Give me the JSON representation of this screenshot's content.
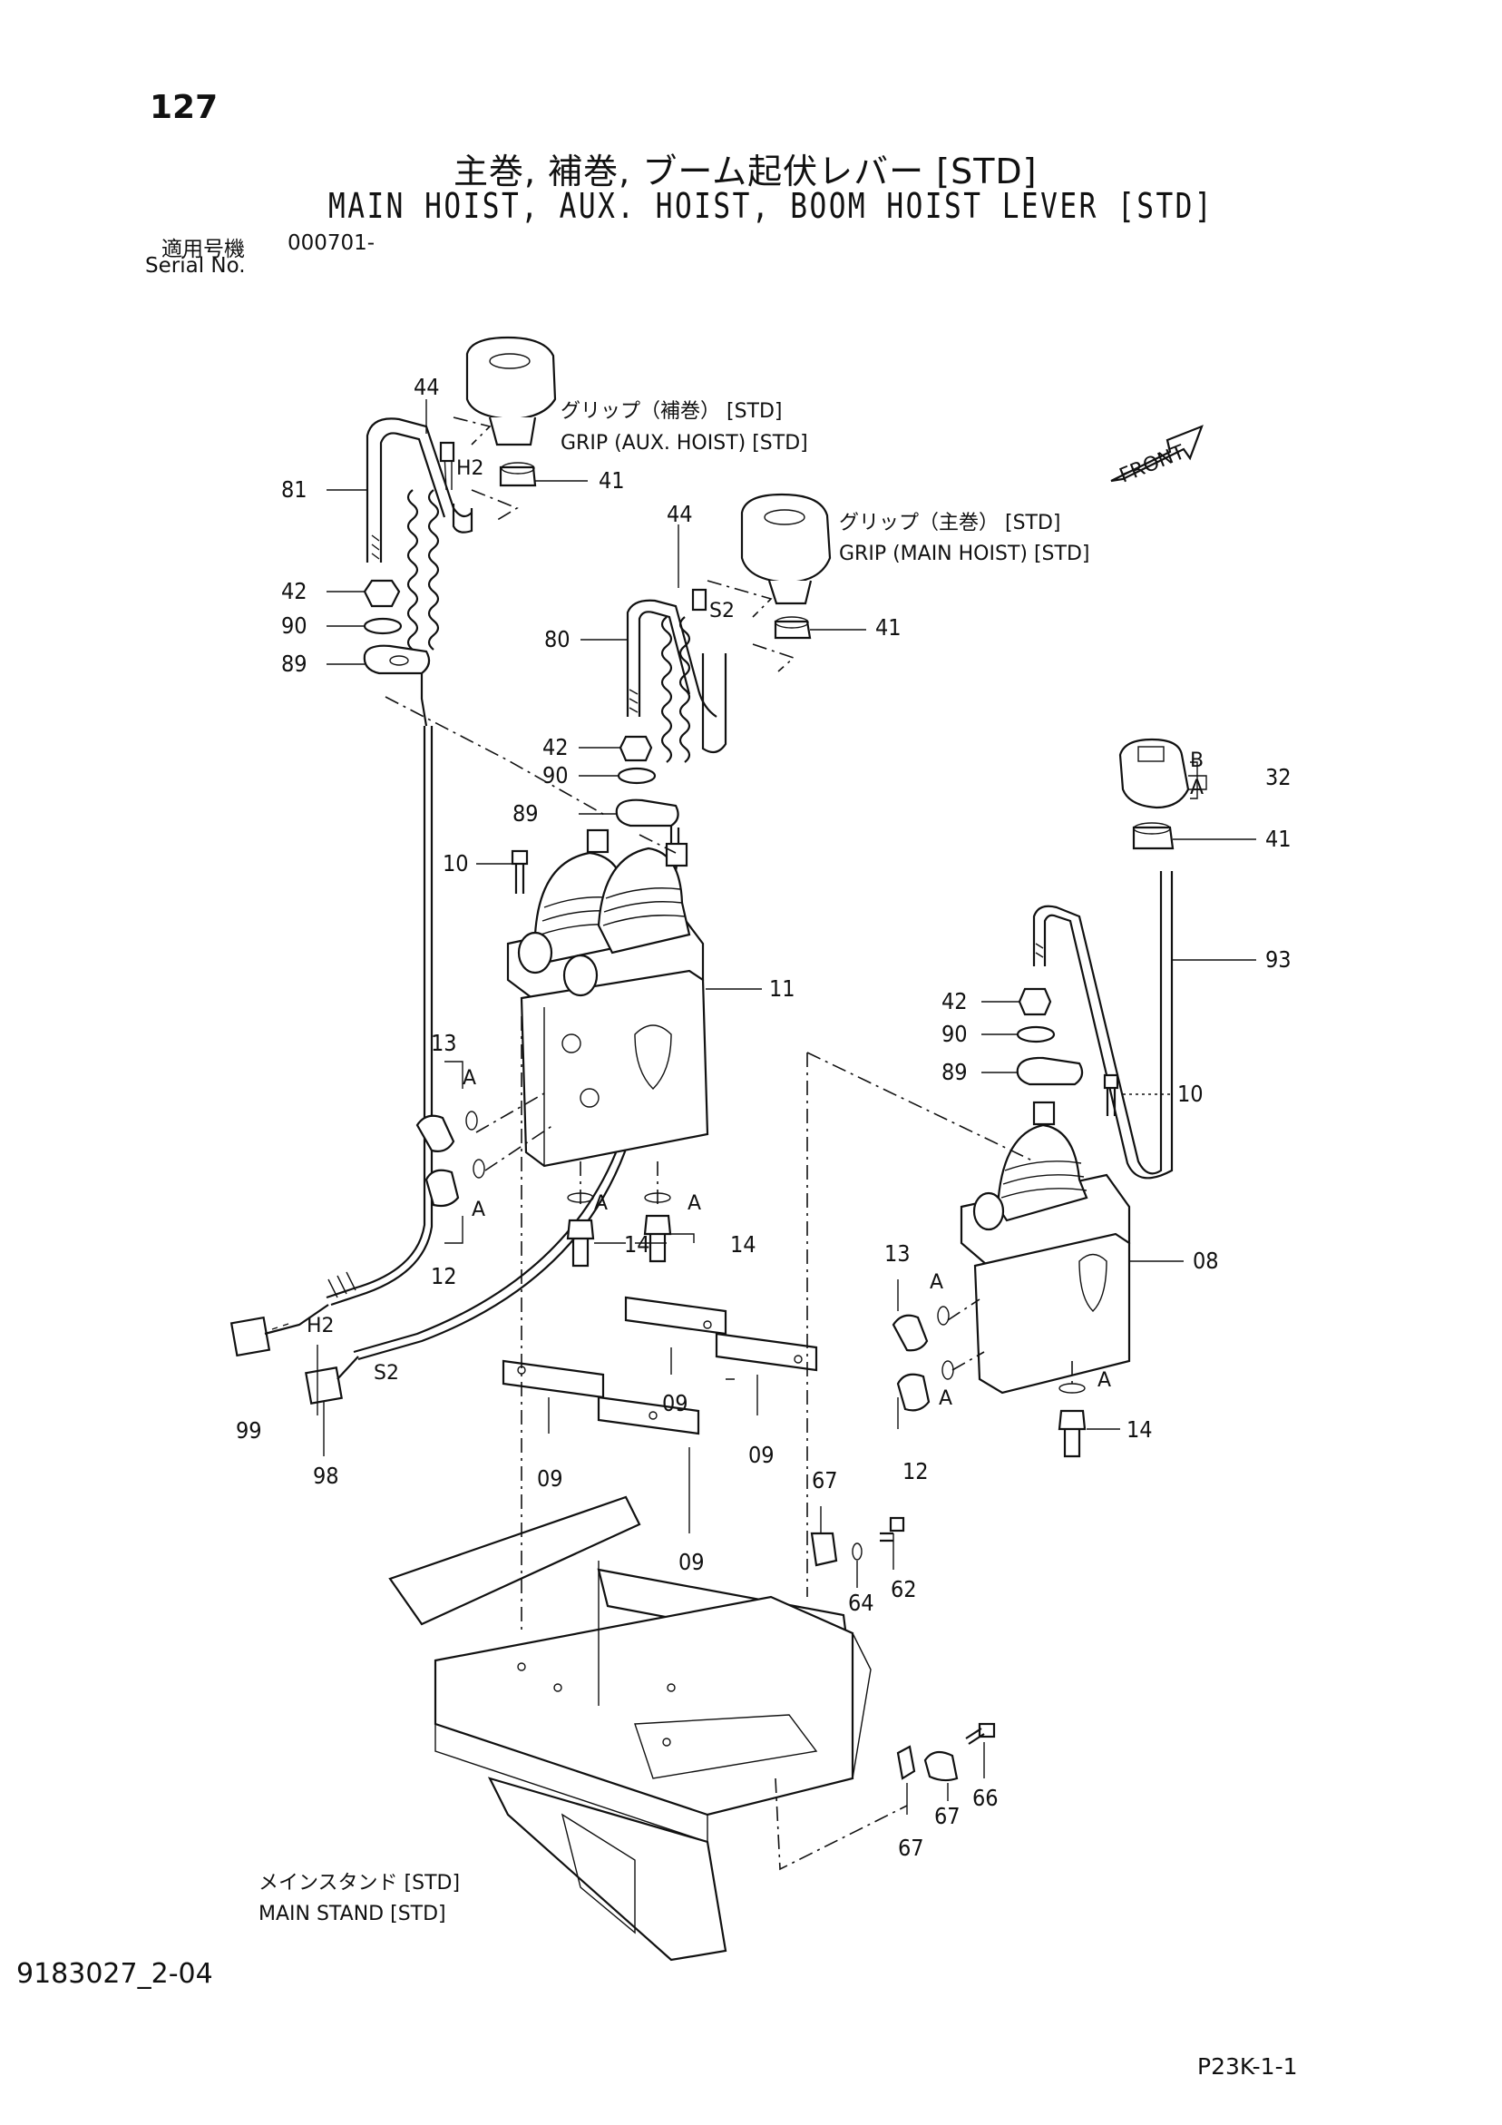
{
  "page_number": "127",
  "title_jp": "主巻, 補巻, ブーム起伏レバー [STD]",
  "title_en": "MAIN HOIST, AUX. HOIST, BOOM HOIST LEVER [STD]",
  "serial_label_jp": "適用号機",
  "serial_value": "000701-",
  "serial_label_en": "Serial No.",
  "labels": {
    "grip_aux_jp": "グリップ（補巻） [STD]",
    "grip_aux_en": "GRIP (AUX. HOIST) [STD]",
    "grip_main_jp": "グリップ（主巻） [STD]",
    "grip_main_en": "GRIP (MAIN HOIST) [STD]",
    "main_stand_jp": "メインスタンド [STD]",
    "main_stand_en": "MAIN STAND [STD]",
    "front": "FRONT",
    "h2": "H2",
    "s2": "S2",
    "a": "A",
    "b": "B"
  },
  "callouts": {
    "c44a": "44",
    "c81": "81",
    "c41a": "41",
    "c42a": "42",
    "c90a": "90",
    "c89a": "89",
    "c44b": "44",
    "c80": "80",
    "c41b": "41",
    "c42b": "42",
    "c90b": "90",
    "c89b": "89",
    "c10a": "10",
    "c11": "11",
    "c13a": "13",
    "c12a": "12",
    "c14a": "14",
    "c14b": "14",
    "c99": "99",
    "c98": "98",
    "c32": "32",
    "c41c": "41",
    "c93": "93",
    "c42c": "42",
    "c90c": "90",
    "c89c": "89",
    "c10b": "10",
    "c08": "08",
    "c13b": "13",
    "c12b": "12",
    "c14c": "14",
    "c09a": "09",
    "c09b": "09",
    "c09c": "09",
    "c09d": "09",
    "c67a": "67",
    "c64": "64",
    "c62": "62",
    "c66": "66",
    "c67b": "67",
    "c67c": "67"
  },
  "doc_number": "9183027_2-04",
  "page_code": "P23K-1-1"
}
